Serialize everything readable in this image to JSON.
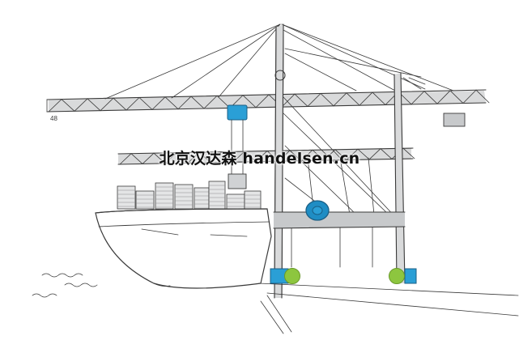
{
  "watermark": {
    "text": "北京汉达森 handelsen.cn"
  },
  "boom_tip_marking": "48",
  "colors": {
    "ink": "#3a3a3a",
    "marker_grey": "#d9dadb",
    "trolley_blue": "#2a9fd6",
    "wheel_green": "#8dc63f",
    "paper": "#ffffff"
  },
  "icons": [
    "crane-trolley",
    "spreader",
    "cable-reel",
    "crane-wheel"
  ]
}
